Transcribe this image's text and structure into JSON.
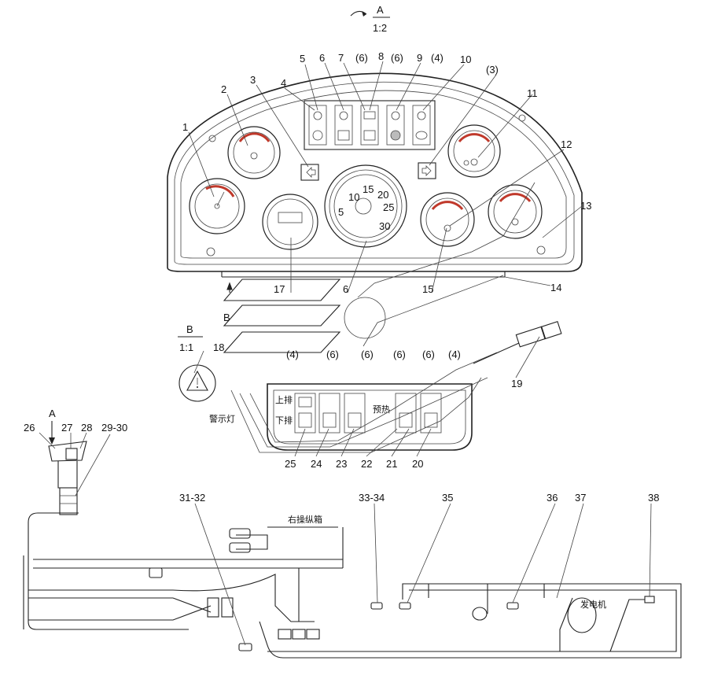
{
  "view_a": {
    "letter": "A",
    "scale": "1:2"
  },
  "view_b": {
    "letter": "B",
    "scale": "1:1"
  },
  "tach_numbers": [
    "5",
    "10",
    "15",
    "20",
    "25",
    "30"
  ],
  "warning_text": "警示灯",
  "switch_labels": {
    "upper": "上排",
    "lower": "下排",
    "preheat": "预热"
  },
  "right_box_label": "右操纵箱",
  "generator_label": "发电机",
  "section_arrow": "A",
  "callouts": {
    "c1": "1",
    "c2": "2",
    "c3": "3",
    "c4": "4",
    "c5": "5",
    "c6": "6",
    "c7": "7",
    "c7q": "(6)",
    "c8": "8",
    "c8q": "(6)",
    "c9": "9",
    "c9q": "(4)",
    "c10": "10",
    "c10q": "(3)",
    "c11": "11",
    "c12": "12",
    "c13": "13",
    "c14": "14",
    "c15": "15",
    "c16": "6",
    "c17": "17",
    "c18": "18",
    "c19": "19",
    "sq1": "(4)",
    "sq2": "(6)",
    "sq3": "(6)",
    "sq4": "(6)",
    "sq5": "(6)",
    "sq6": "(4)",
    "c20": "20",
    "c21": "21",
    "c22": "22",
    "c23": "23",
    "c24": "24",
    "c25": "25",
    "c26": "26",
    "c27": "27",
    "c28": "28",
    "c29": "29-30",
    "c31": "31-32",
    "c33": "33-34",
    "c35": "35",
    "c36": "36",
    "c37": "37",
    "c38": "38"
  }
}
